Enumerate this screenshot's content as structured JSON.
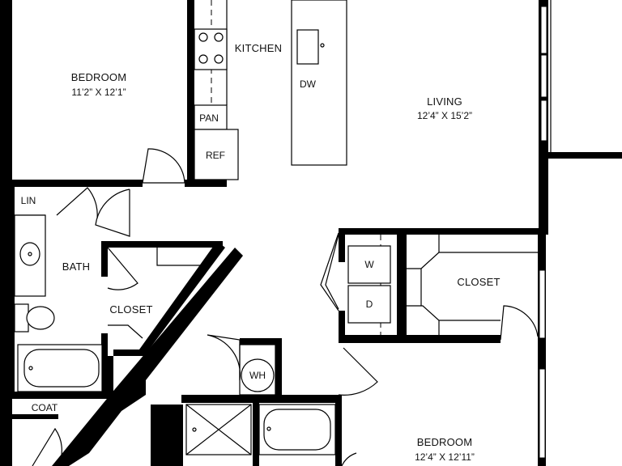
{
  "colors": {
    "wall": "#000000",
    "background": "#ffffff",
    "text": "#111111"
  },
  "rooms": {
    "bedroom_1": {
      "name": "BEDROOM",
      "dims": "11’2” X 12’1”"
    },
    "kitchen": {
      "name": "KITCHEN"
    },
    "living": {
      "name": "LIVING",
      "dims": "12’4” X 15’2”"
    },
    "bath": {
      "name": "BATH"
    },
    "closet_1": {
      "name": "CLOSET"
    },
    "closet_2": {
      "name": "CLOSET"
    },
    "bedroom_2": {
      "name": "BEDROOM",
      "dims": "12’4” X 12’11”"
    }
  },
  "fixtures": {
    "dishwasher": "DW",
    "pantry": "PAN",
    "refrigerator": "REF",
    "linen": "LIN",
    "washer": "W",
    "dryer": "D",
    "water_heater": "WH",
    "coat": "COAT"
  },
  "icons": [
    "cooktop-icon",
    "sink-icon",
    "toilet-icon",
    "bathtub-icon",
    "shower-icon",
    "door-swing-icon"
  ]
}
